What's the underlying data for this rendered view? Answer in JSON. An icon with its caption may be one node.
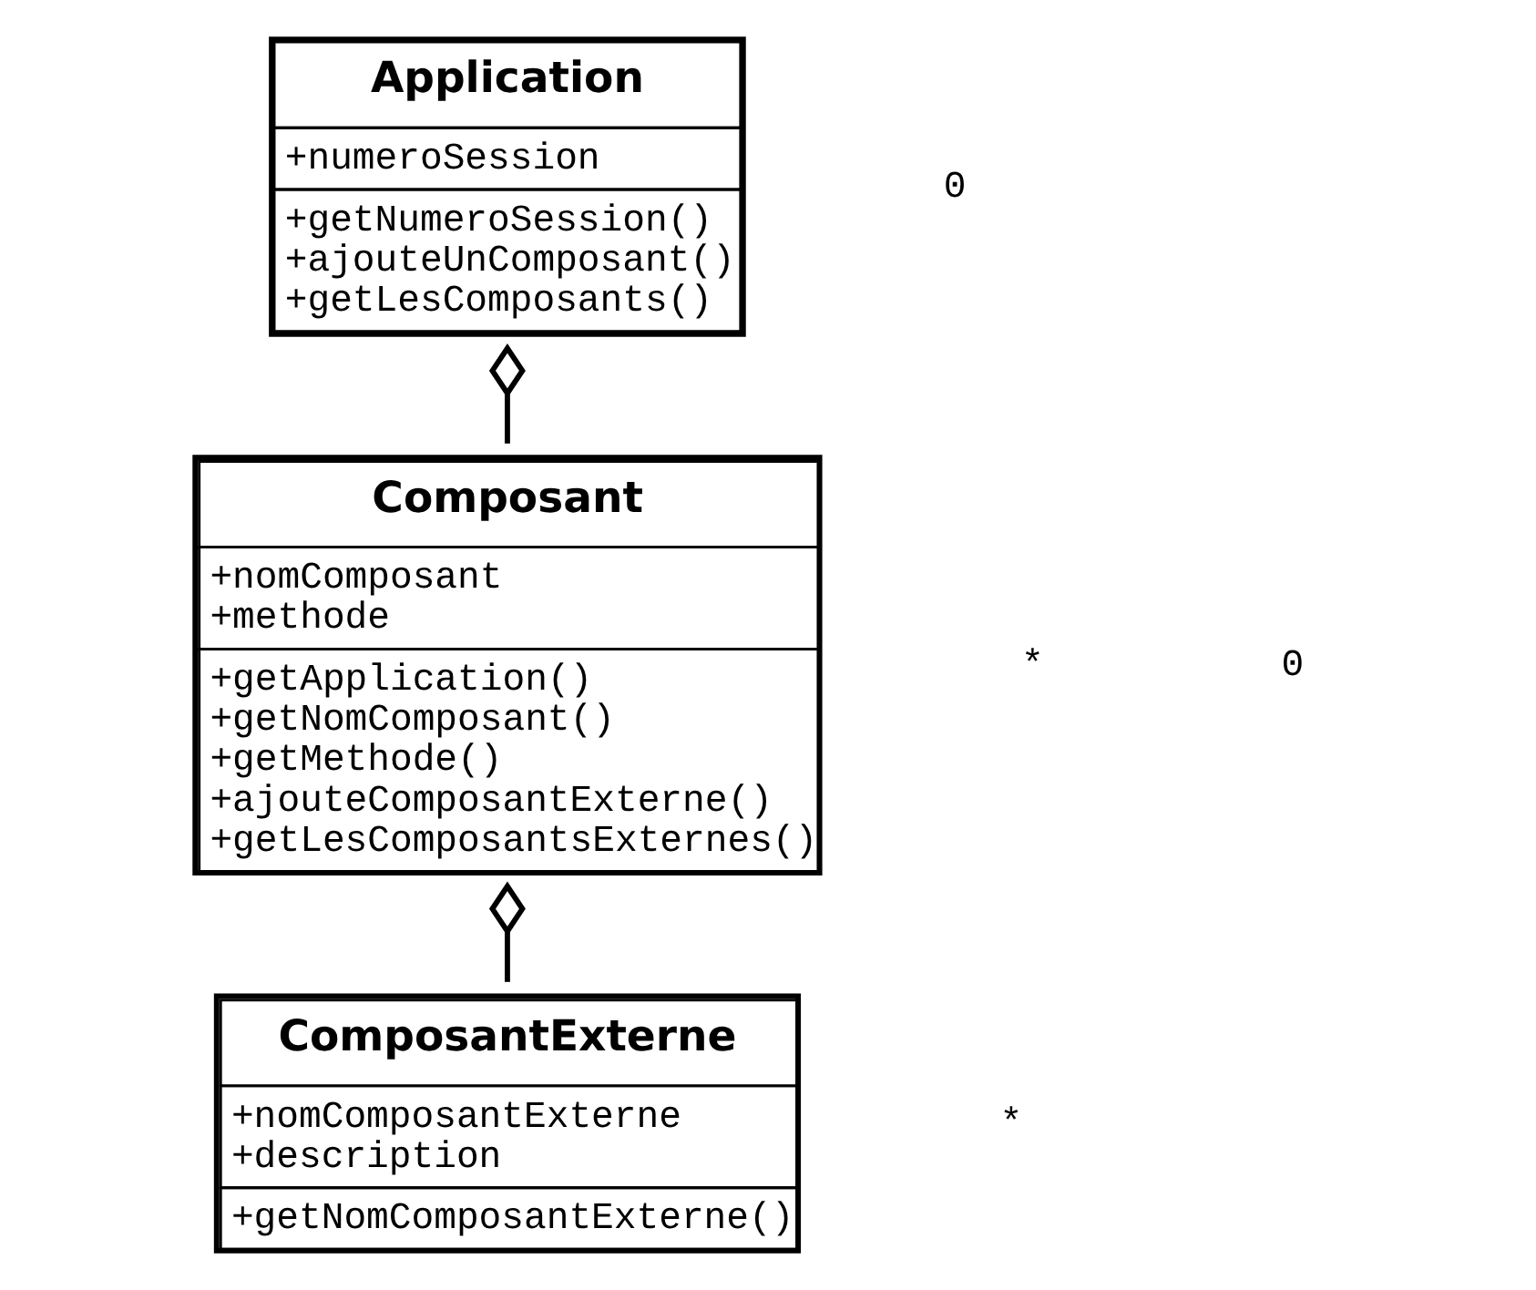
{
  "diagram": {
    "nodes": [
      {
        "text": [
          "Application",
          "+numeroSession",
          "+getNumeroSession()",
          "+ajouteUnComposant()",
          "+getLesComposants()"
        ]
      },
      {
        "text": [
          "Composant",
          "+nomComposant",
          "+methode",
          "+getApplication()",
          "+getNomComposant()",
          "+getMethode()",
          "+ajouteComposantExterne()",
          "+getLesComposantsExternes()"
        ]
      },
      {
        "text": [
          "ComposantExterne",
          "+nomComposantExterne",
          "+description",
          "+getNomComposantExterne()"
        ]
      }
    ],
    "edges": [
      {
        "from": 0,
        "to": 1,
        "arrow": "other"
      },
      {
        "from": 1,
        "to": 2,
        "arrow": "other"
      }
    ],
    "labels": [
      "0",
      "*",
      "0",
      "*"
    ]
  }
}
